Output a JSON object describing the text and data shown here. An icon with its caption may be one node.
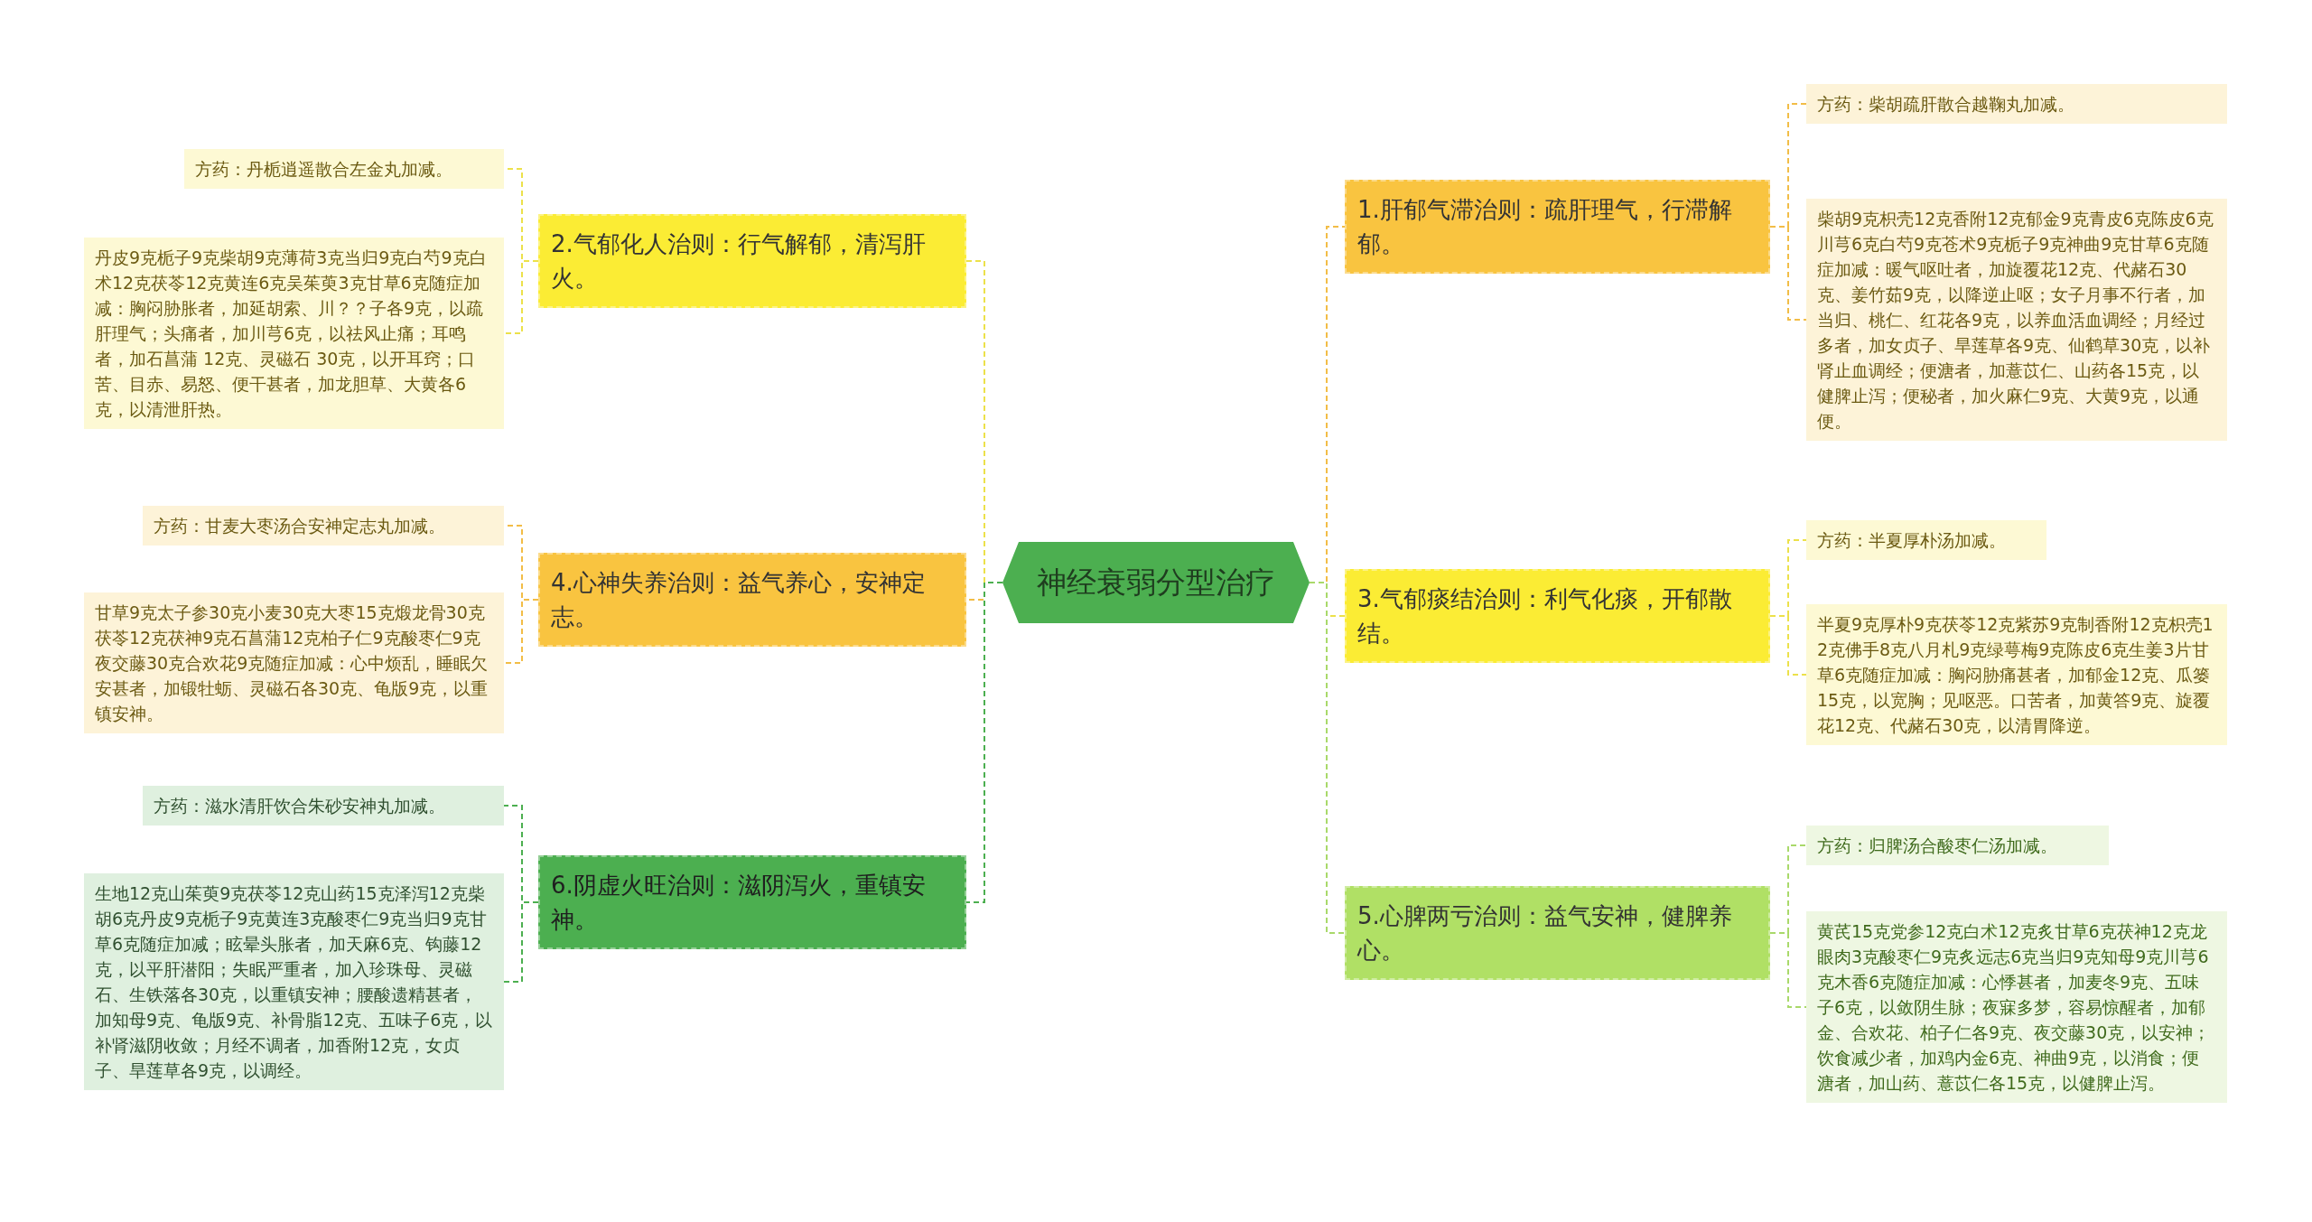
{
  "diagram": {
    "nodes": [
      {
        "text": [
          "神经衰弱分型治疗"
        ]
      },
      {
        "text": [
          "1.肝郁气滞治则：疏肝理气，行滞解郁。"
        ]
      },
      {
        "text": [
          "方药：柴胡疏肝散合越鞠丸加减。"
        ]
      },
      {
        "text": [
          "柴胡9克枳壳12克香附12克郁金9克青皮6克陈皮6克川芎6克白芍9克苍术9克栀子9克神曲9克甘草6克随症加减：暖气呕吐者，加旋覆花12克、代赭石30克、姜竹茹9克，以降逆止呕；女子月事不行者，加当归、桃仁、红花各9克，以养血活血调经；月经过多者，加女贞子、旱莲草各9克、仙鹤草30克，以补肾止血调经；便溏者，加薏苡仁、山药各15克，以健脾止泻；便秘者，加火麻仁9克、大黄9克，以通便。"
        ]
      },
      {
        "text": [
          "2.气郁化人治则：行气解郁，清泻肝火。"
        ]
      },
      {
        "text": [
          "方药：丹栀逍遥散合左金丸加减。"
        ]
      },
      {
        "text": [
          "丹皮9克栀子9克柴胡9克薄荷3克当归9克白芍9克白术12克茯苓12克黄连6克吴茱萸3克甘草6克随症加减：胸闷胁胀者，加延胡索、川？？子各9克，以疏肝理气；头痛者，加川芎6克，以祛风止痛；耳鸣者，加石菖蒲 12克、灵磁石 30克，以开耳窍；口苦、目赤、易怒、便干甚者，加龙胆草、大黄各6克，以清泄肝热。"
        ]
      },
      {
        "text": [
          "3.气郁痰结治则：利气化痰，开郁散结。"
        ]
      },
      {
        "text": [
          "方药：半夏厚朴汤加减。"
        ]
      },
      {
        "text": [
          "半夏9克厚朴9克茯苓12克紫苏9克制香附12克枳壳12克佛手8克八月札9克绿萼梅9克陈皮6克生姜3片甘草6克随症加减：胸闷胁痛甚者，加郁金12克、瓜篓15克，以宽胸；见呕恶。口苦者，加黄答9克、旋覆花12克、代赭石30克，以清胃降逆。"
        ]
      },
      {
        "text": [
          "4.心神失养治则：益气养心，安神定志。"
        ]
      },
      {
        "text": [
          "方药：甘麦大枣汤合安神定志丸加减。"
        ]
      },
      {
        "text": [
          "甘草9克太子参30克小麦30克大枣15克煅龙骨30克茯苓12克茯神9克石菖蒲12克柏子仁9克酸枣仁9克夜交藤30克合欢花9克随症加减：心中烦乱，睡眠欠安甚者，加锻牡蛎、灵磁石各30克、龟版9克，以重镇安神。"
        ]
      },
      {
        "text": [
          "5.心脾两亏治则：益气安神，健脾养心。"
        ]
      },
      {
        "text": [
          "方药：归脾汤合酸枣仁汤加减。"
        ]
      },
      {
        "text": [
          "黄芪15克党参12克白术12克炙甘草6克茯神12克龙眼肉3克酸枣仁9克炙远志6克当归9克知母9克川芎6克木香6克随症加减：心悸甚者，加麦冬9克、五味子6克，以敛阴生脉；夜寐多梦，容易惊醒者，加郁金、合欢花、柏子仁各9克、夜交藤30克，以安神；饮食减少者，加鸡内金6克、神曲9克，以消食；便溏者，加山药、薏苡仁各15克，以健脾止泻。"
        ]
      },
      {
        "text": [
          "6.阴虚火旺治则：滋阴泻火，重镇安神。"
        ]
      },
      {
        "text": [
          "方药：滋水清肝饮合朱砂安神丸加减。"
        ]
      },
      {
        "text": [
          "生地12克山茱萸9克茯苓12克山药15克泽泻12克柴胡6克丹皮9克栀子9克黄连3克酸枣仁9克当归9克甘草6克随症加减；眩晕头胀者，加天麻6克、钩藤12克，以平肝潜阳；失眠严重者，加入珍珠母、灵磁石、生铁落各30克，以重镇安神；腰酸遗精甚者，加知母9克、龟版9克、补骨脂12克、五味子6克，以补肾滋阴收敛；月经不调者，加香附12克，女贞子、旱莲草各9克，以调经。"
        ]
      }
    ],
    "edges": [
      {
        "from": 0,
        "to": 1,
        "arrow": "none",
        "style": "dashed",
        "color": "#f2bd47"
      },
      {
        "from": 1,
        "to": 2,
        "arrow": "none",
        "style": "dashed",
        "color": "#f2bd47"
      },
      {
        "from": 1,
        "to": 3,
        "arrow": "none",
        "style": "dashed",
        "color": "#f2bd47"
      },
      {
        "from": 0,
        "to": 4,
        "arrow": "none",
        "style": "dashed",
        "color": "#ece14a"
      },
      {
        "from": 4,
        "to": 5,
        "arrow": "none",
        "style": "dashed",
        "color": "#ece14a"
      },
      {
        "from": 4,
        "to": 6,
        "arrow": "none",
        "style": "dashed",
        "color": "#ece14a"
      },
      {
        "from": 0,
        "to": 7,
        "arrow": "none",
        "style": "dashed",
        "color": "#ece14a"
      },
      {
        "from": 7,
        "to": 8,
        "arrow": "none",
        "style": "dashed",
        "color": "#ece14a"
      },
      {
        "from": 7,
        "to": 9,
        "arrow": "none",
        "style": "dashed",
        "color": "#ece14a"
      },
      {
        "from": 0,
        "to": 10,
        "arrow": "none",
        "style": "dashed",
        "color": "#f2bd47"
      },
      {
        "from": 10,
        "to": 11,
        "arrow": "none",
        "style": "dashed",
        "color": "#f2bd47"
      },
      {
        "from": 10,
        "to": 12,
        "arrow": "none",
        "style": "dashed",
        "color": "#f2bd47"
      },
      {
        "from": 0,
        "to": 13,
        "arrow": "none",
        "style": "dashed",
        "color": "#a9d96a"
      },
      {
        "from": 13,
        "to": 14,
        "arrow": "none",
        "style": "dashed",
        "color": "#a9d96a"
      },
      {
        "from": 13,
        "to": 15,
        "arrow": "none",
        "style": "dashed",
        "color": "#a9d96a"
      },
      {
        "from": 0,
        "to": 16,
        "arrow": "none",
        "style": "dashed",
        "color": "#4caf50"
      },
      {
        "from": 16,
        "to": 17,
        "arrow": "none",
        "style": "dashed",
        "color": "#4caf50"
      },
      {
        "from": 16,
        "to": 18,
        "arrow": "none",
        "style": "dashed",
        "color": "#4caf50"
      }
    ]
  }
}
